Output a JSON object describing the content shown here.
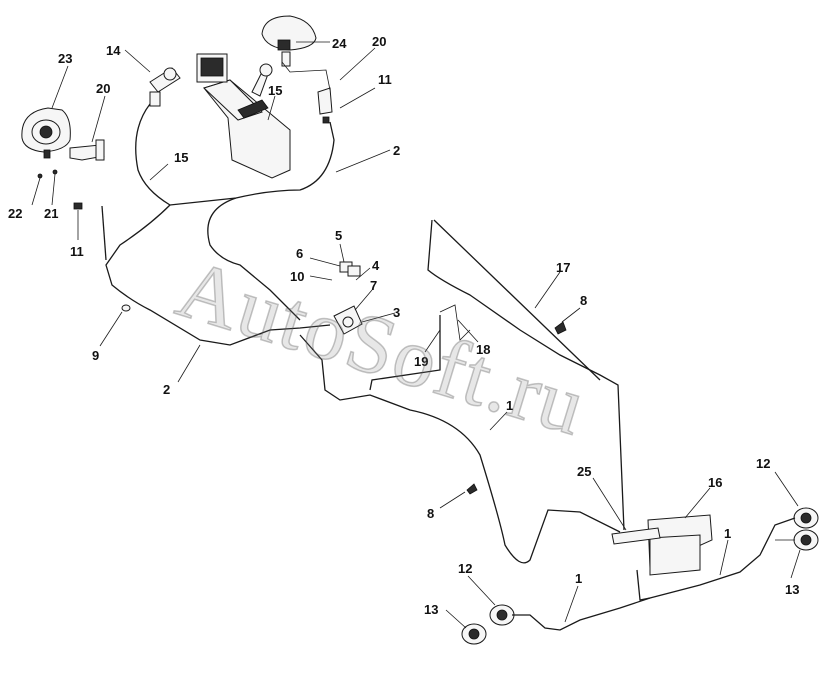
{
  "watermark": "AutoSoft.ru",
  "callouts": [
    {
      "id": "c23a",
      "text": "23"
    },
    {
      "id": "c20a",
      "text": "20"
    },
    {
      "id": "c22",
      "text": "22"
    },
    {
      "id": "c21",
      "text": "21"
    },
    {
      "id": "c11a",
      "text": "11"
    },
    {
      "id": "c14",
      "text": "14"
    },
    {
      "id": "c15a",
      "text": "15"
    },
    {
      "id": "c15b",
      "text": "15"
    },
    {
      "id": "c24",
      "text": "24"
    },
    {
      "id": "c20b",
      "text": "20"
    },
    {
      "id": "c11b",
      "text": "11"
    },
    {
      "id": "c2a",
      "text": "2"
    },
    {
      "id": "c5",
      "text": "5"
    },
    {
      "id": "c6",
      "text": "6"
    },
    {
      "id": "c4",
      "text": "4"
    },
    {
      "id": "c10",
      "text": "10"
    },
    {
      "id": "c7",
      "text": "7"
    },
    {
      "id": "c3",
      "text": "3"
    },
    {
      "id": "c9",
      "text": "9"
    },
    {
      "id": "c2b",
      "text": "2"
    },
    {
      "id": "c19",
      "text": "19"
    },
    {
      "id": "c18",
      "text": "18"
    },
    {
      "id": "c17",
      "text": "17"
    },
    {
      "id": "c8a",
      "text": "8"
    },
    {
      "id": "c1a",
      "text": "1"
    },
    {
      "id": "c8b",
      "text": "8"
    },
    {
      "id": "c25",
      "text": "25"
    },
    {
      "id": "c16",
      "text": "16"
    },
    {
      "id": "c12a",
      "text": "12"
    },
    {
      "id": "c13a",
      "text": "13"
    },
    {
      "id": "c1b",
      "text": "1"
    },
    {
      "id": "c1c",
      "text": "1"
    },
    {
      "id": "c12b",
      "text": "12"
    },
    {
      "id": "c13b",
      "text": "13"
    }
  ]
}
